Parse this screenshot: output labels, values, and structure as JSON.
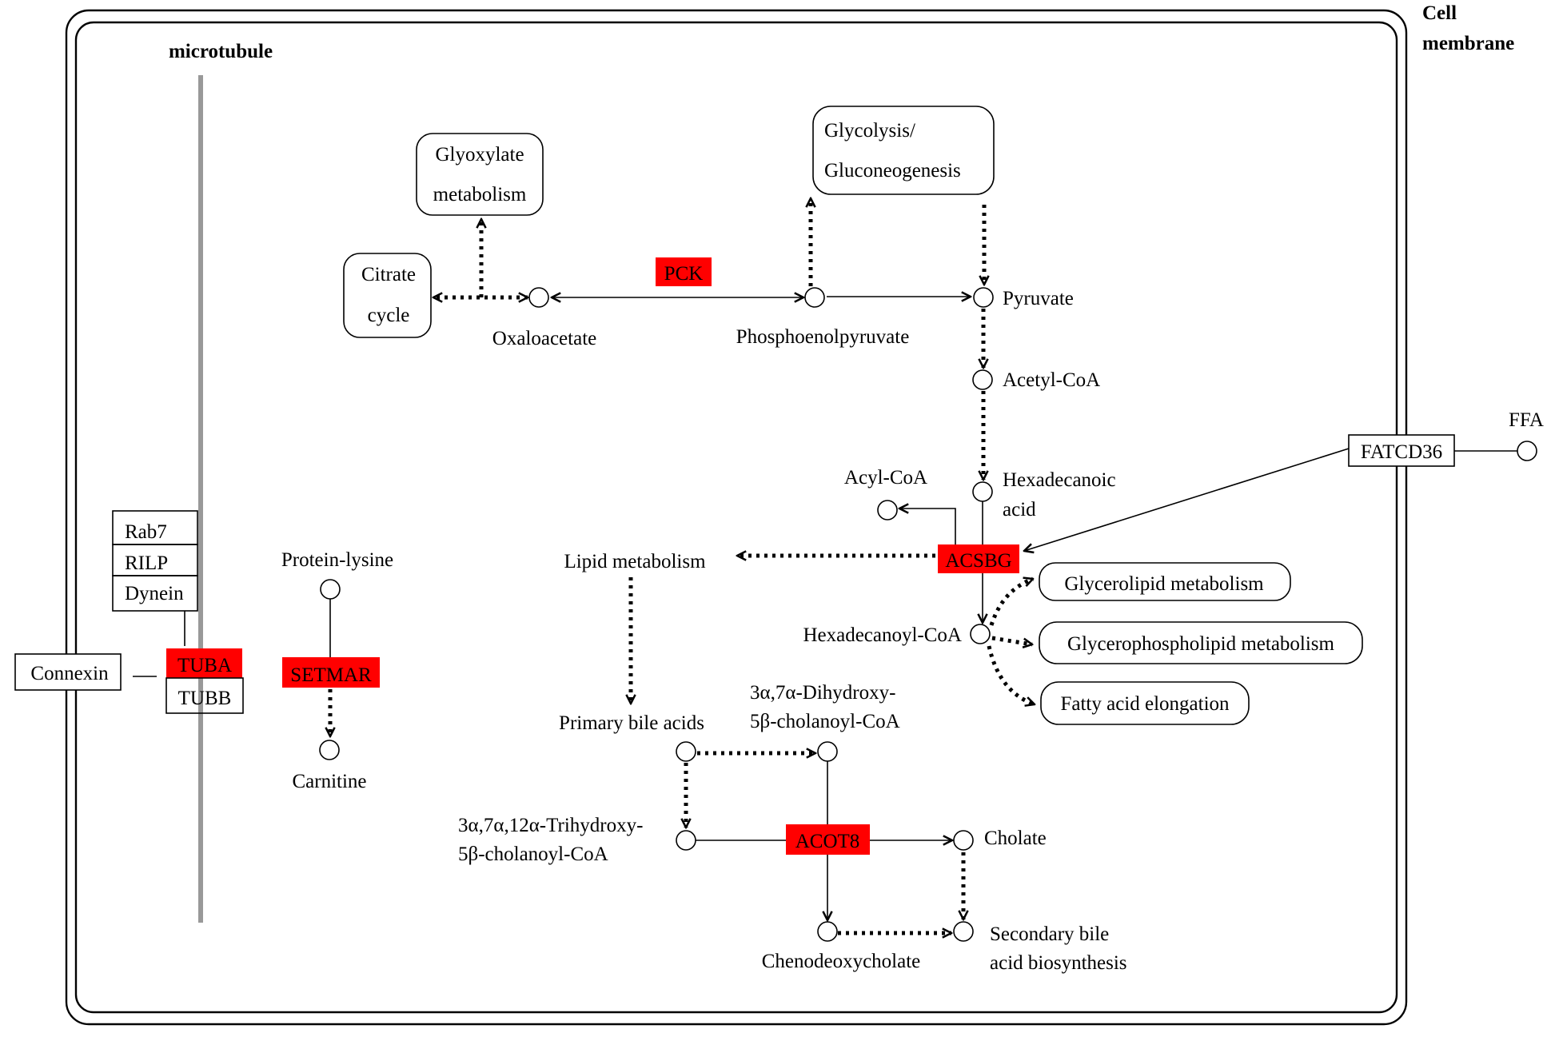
{
  "membrane": {
    "line1": "Cell",
    "line2": "membrane"
  },
  "microtubule_label": "microtubule",
  "colors": {
    "highlight": "#ff0000",
    "microtubule": "#999999"
  },
  "genes": {
    "rab7": "Rab7",
    "rilp": "RILP",
    "dynein": "Dynein",
    "connexin": "Connexin",
    "tuba": "TUBA",
    "tubb": "TUBB",
    "setmar": "SETMAR",
    "pck": "PCK",
    "acsbg": "ACSBG",
    "acot8": "ACOT8",
    "fatcd36": "FATCD36"
  },
  "compounds": {
    "protein_lysine": "Protein-lysine",
    "carnitine": "Carnitine",
    "oxaloacetate": "Oxaloacetate",
    "phosphoenolpyruvate": "Phosphoenolpyruvate",
    "pyruvate": "Pyruvate",
    "acetyl_coa": "Acetyl-CoA",
    "hexadecanoic_1": "Hexadecanoic",
    "hexadecanoic_2": "acid",
    "acyl_coa": "Acyl-CoA",
    "ffa": "FFA",
    "hexadecanoyl_coa": "Hexadecanoyl-CoA",
    "primary_bile_acids": "Primary bile acids",
    "dihydroxy_1": "3α,7α-Dihydroxy-",
    "dihydroxy_2": "5β-cholanoyl-CoA",
    "trihydroxy_1": "3α,7α,12α-Trihydroxy-",
    "trihydroxy_2": "5β-cholanoyl-CoA",
    "cholate": "Cholate",
    "chenodeoxycholate": "Chenodeoxycholate",
    "secondary_1": "Secondary bile",
    "secondary_2": "acid biosynthesis"
  },
  "pathways": {
    "citrate_1": "Citrate",
    "citrate_2": "cycle",
    "glyoxylate_1": "Glyoxylate",
    "glyoxylate_2": "metabolism",
    "glycolysis_1": "Glycolysis/",
    "glycolysis_2": "Gluconeogenesis",
    "lipid_metabolism": "Lipid metabolism",
    "glycerolipid": "Glycerolipid metabolism",
    "glycerophospholipid": "Glycerophospholipid metabolism",
    "fatty_acid_elongation": "Fatty acid elongation"
  }
}
